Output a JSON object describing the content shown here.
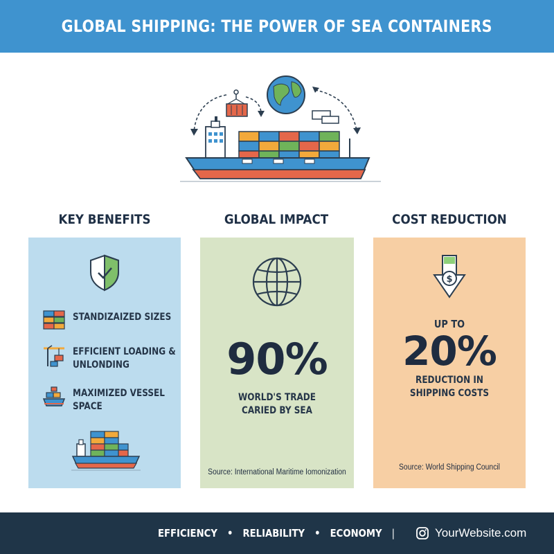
{
  "header": {
    "title": "GLOBAL SHIPPING: THE POWER OF SEA CONTAINERS"
  },
  "hero": {
    "icon": "container-ship-with-globe-illustration"
  },
  "columns": {
    "benefits": {
      "title": "KEY BENEFITS",
      "icon": "shield-check-icon",
      "items": [
        {
          "icon": "container-stack-icon",
          "text_line1": "STANDIZAIZED SIZES",
          "text_line2": ""
        },
        {
          "icon": "crane-icon",
          "text_line1": "EFFICIENT LOADING &",
          "text_line2": "UNLONDING"
        },
        {
          "icon": "ship-icon",
          "text_line1": "MAXIMIZED VESSEL",
          "text_line2": "SPACE"
        }
      ],
      "bottom_icon": "container-ship-icon"
    },
    "impact": {
      "title": "GLOBAL IMPACT",
      "icon": "globe-icon",
      "value": "90%",
      "label_line1": "WORLD'S TRADE",
      "label_line2": "CARIED BY SEA",
      "source": "Source: International Maritime Iomonization"
    },
    "cost": {
      "title": "COST REDUCTION",
      "icon": "dollar-down-arrow-icon",
      "prefix": "UP TO",
      "value": "20%",
      "label_line1": "REDUCTION IN",
      "label_line2": "SHIPPING COSTS",
      "source": "Source: World Shipping Council"
    }
  },
  "footer": {
    "tags": [
      "EFFICIENCY",
      "RELIABILITY",
      "ECONOMY"
    ],
    "separator": "•",
    "divider": "|",
    "site_icon": "instagram-icon",
    "site": "YourWebsite.com"
  },
  "colors": {
    "header": "#3f93cf",
    "footer": "#1f3548",
    "panel_blue": "#bcdcee",
    "panel_green": "#d8e4c6",
    "panel_orange": "#f7cfa4"
  }
}
